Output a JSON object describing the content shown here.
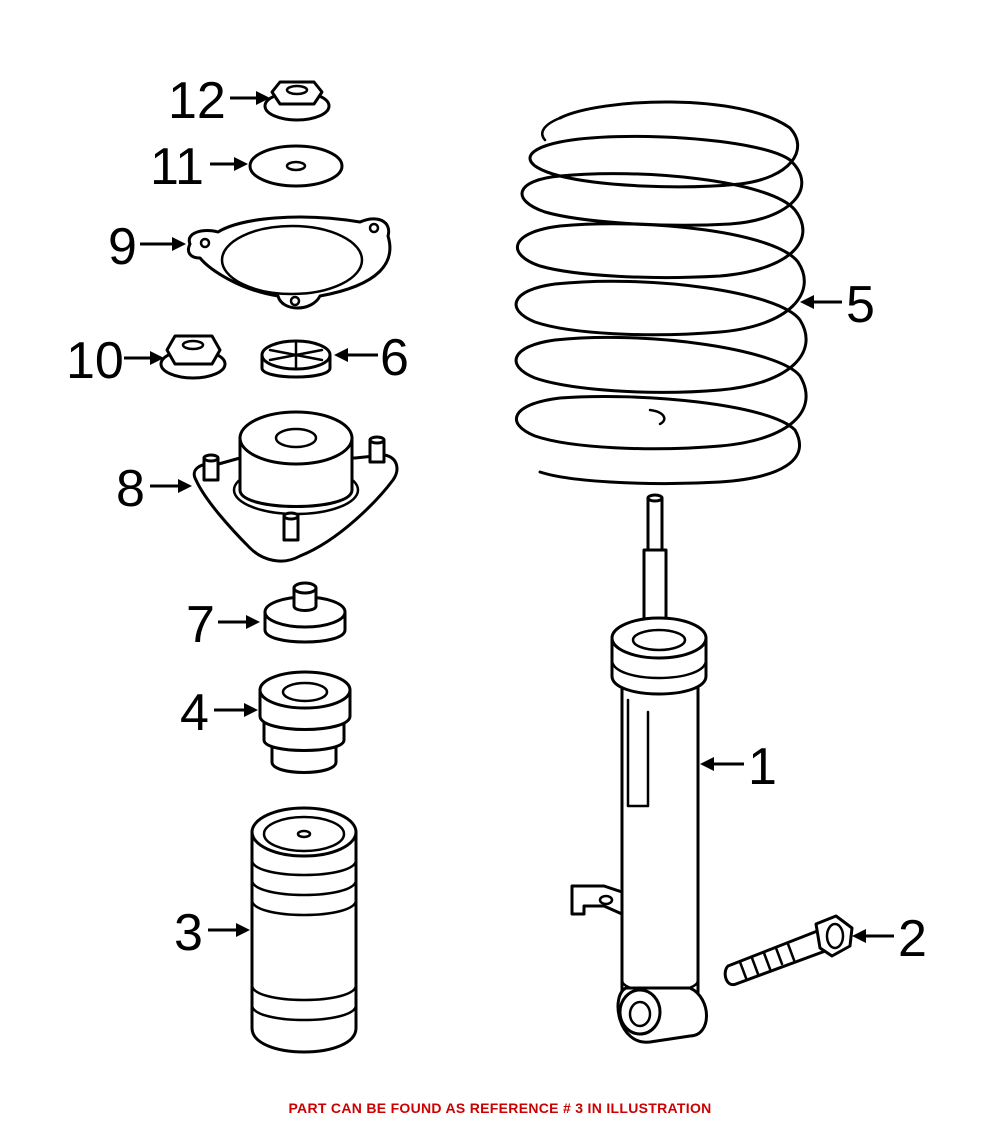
{
  "diagram": {
    "callouts": {
      "c1": "1",
      "c2": "2",
      "c3": "3",
      "c4": "4",
      "c5": "5",
      "c6": "6",
      "c7": "7",
      "c8": "8",
      "c9": "9",
      "c10": "10",
      "c11": "11",
      "c12": "12"
    }
  },
  "caption": {
    "text": "PART CAN BE FOUND AS REFERENCE # 3 IN ILLUSTRATION",
    "color": "#cc0000"
  }
}
